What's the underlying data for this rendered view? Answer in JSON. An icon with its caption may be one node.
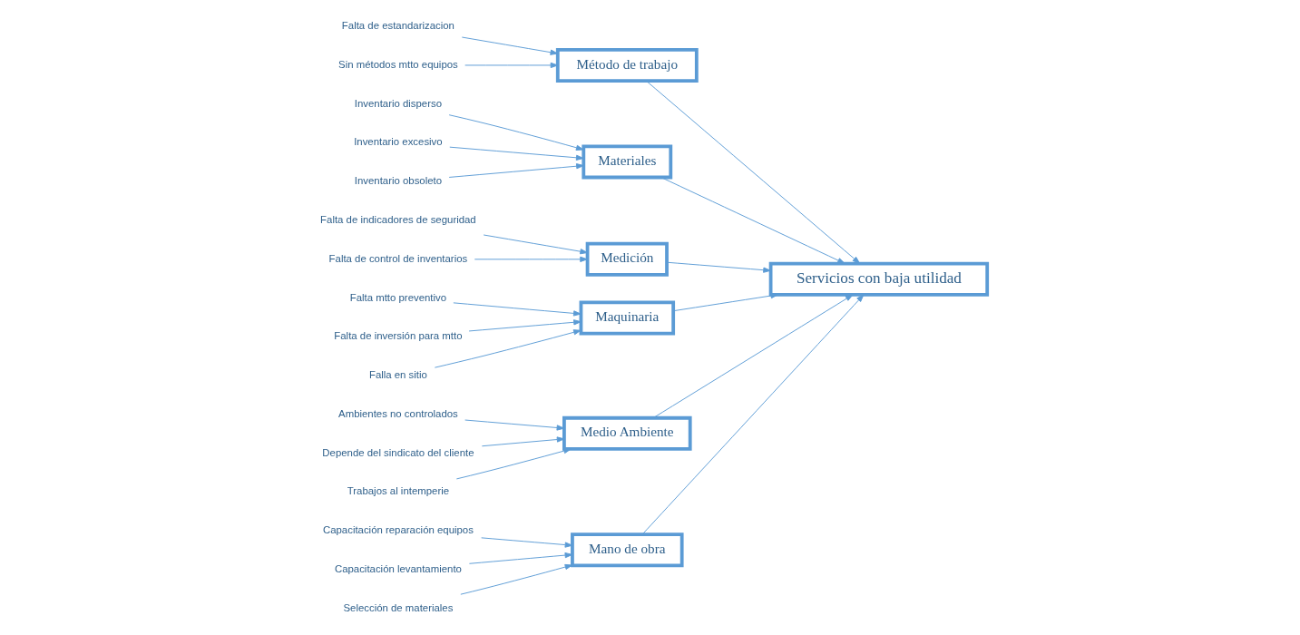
{
  "diagram": {
    "nodes": [
      {
        "text": [
          "Mano de obra"
        ]
      },
      {
        "text": [
          "Método de trabajo"
        ]
      },
      {
        "text": [
          "Materiales"
        ]
      },
      {
        "text": [
          "Capacitación reparación equipos"
        ]
      },
      {
        "text": [
          "Falta de estandarizacion"
        ]
      },
      {
        "text": [
          "Inventario disperso"
        ]
      },
      {
        "text": [
          "Capacitación levantamiento"
        ]
      },
      {
        "text": [
          "Sin métodos mtto equipos"
        ]
      },
      {
        "text": [
          "Inventario excesivo"
        ]
      },
      {
        "text": [
          "Inventario obsoleto"
        ]
      },
      {
        "text": [
          "Selección de materiales"
        ]
      },
      {
        "text": [
          "Servicios con baja utilidad"
        ]
      },
      {
        "text": [
          "Ambientes no controlados"
        ]
      },
      {
        "text": [
          "Falta mtto preventivo"
        ]
      },
      {
        "text": [
          "Falta de indicadores de seguridad"
        ]
      },
      {
        "text": [
          "Falta de inversión para mtto"
        ]
      },
      {
        "text": [
          "Depende del sindicato del cliente"
        ]
      },
      {
        "text": [
          "Falta de control de inventarios"
        ]
      },
      {
        "text": [
          "Falla en sitio"
        ]
      },
      {
        "text": [
          "Trabajos al intemperie"
        ]
      },
      {
        "text": [
          "Medición"
        ]
      },
      {
        "text": [
          "Maquinaria"
        ]
      },
      {
        "text": [
          "Medio Ambiente"
        ]
      }
    ],
    "edges": [
      {
        "from": 6,
        "to": 0,
        "arrow": "to"
      },
      {
        "from": 3,
        "to": 0,
        "arrow": "to"
      },
      {
        "from": 10,
        "to": 0,
        "arrow": "to"
      },
      {
        "from": 4,
        "to": 1,
        "arrow": "to"
      },
      {
        "from": 7,
        "to": 1,
        "arrow": "to"
      },
      {
        "from": 5,
        "to": 2,
        "arrow": "to"
      },
      {
        "from": 8,
        "to": 2,
        "arrow": "to"
      },
      {
        "from": 9,
        "to": 2,
        "arrow": "to"
      },
      {
        "from": 13,
        "to": 21,
        "arrow": "to"
      },
      {
        "from": 15,
        "to": 21,
        "arrow": "to"
      },
      {
        "from": 18,
        "to": 21,
        "arrow": "to"
      },
      {
        "from": 12,
        "to": 22,
        "arrow": "to"
      },
      {
        "from": 16,
        "to": 22,
        "arrow": "to"
      },
      {
        "from": 19,
        "to": 22,
        "arrow": "to"
      },
      {
        "from": 14,
        "to": 20,
        "arrow": "to"
      },
      {
        "from": 17,
        "to": 20,
        "arrow": "to"
      },
      {
        "from": 0,
        "to": 11,
        "arrow": "to"
      },
      {
        "from": 1,
        "to": 11,
        "arrow": "to"
      },
      {
        "from": 2,
        "to": 11,
        "arrow": "to"
      },
      {
        "from": 21,
        "to": 11,
        "arrow": "to"
      },
      {
        "from": 22,
        "to": 11,
        "arrow": "to"
      },
      {
        "from": 20,
        "to": 11,
        "arrow": "to"
      }
    ]
  }
}
